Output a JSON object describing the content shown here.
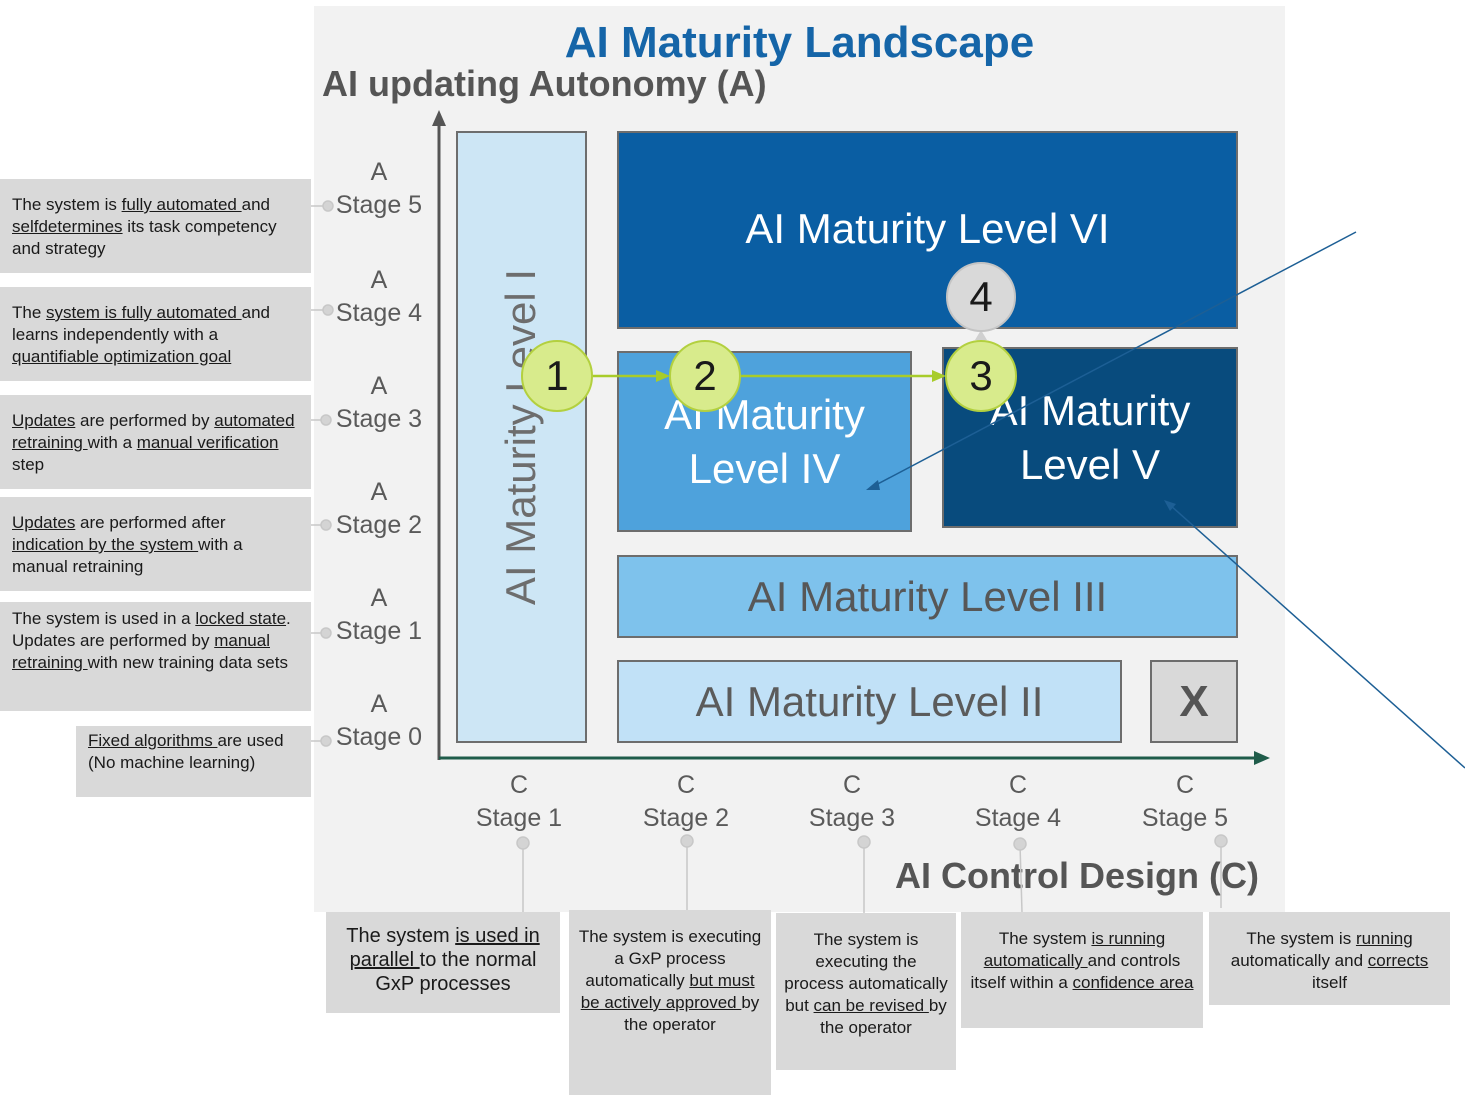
{
  "title": "AI Maturity Landscape",
  "y_axis_title": "AI updating Autonomy (A)",
  "x_axis_title": "AI Control Design (C)",
  "levels": {
    "level_1": "AI Maturity Level I",
    "level_2": "AI Maturity Level II",
    "level_3": "AI Maturity Level III",
    "level_4_line1": "AI Maturity",
    "level_4_line2": "Level IV",
    "level_5_line1": "AI Maturity",
    "level_5_line2": "Level V",
    "level_6": "AI Maturity Level VI",
    "x_box": "X"
  },
  "a_stages": [
    {
      "prefix": "A",
      "label": "Stage 5"
    },
    {
      "prefix": "A",
      "label": "Stage 4"
    },
    {
      "prefix": "A",
      "label": "Stage 3"
    },
    {
      "prefix": "A",
      "label": "Stage 2"
    },
    {
      "prefix": "A",
      "label": "Stage 1"
    },
    {
      "prefix": "A",
      "label": "Stage 0"
    }
  ],
  "c_stages": [
    {
      "prefix": "C",
      "label": "Stage 1"
    },
    {
      "prefix": "C",
      "label": "Stage 2"
    },
    {
      "prefix": "C",
      "label": "Stage 3"
    },
    {
      "prefix": "C",
      "label": "Stage 4"
    },
    {
      "prefix": "C",
      "label": "Stage 5"
    }
  ],
  "a_descriptions": {
    "a5": {
      "t1": "The system is ",
      "u1": "fully automated ",
      "t2": "and ",
      "u2": "selfdetermines",
      "t3": " its task competency and strategy"
    },
    "a4": {
      "t1": "The ",
      "u1": "system is fully automated ",
      "t2": "and learns independently with a ",
      "u2": "quantifiable optimization goal"
    },
    "a3": {
      "u1": "Updates",
      "t1": " are performed by ",
      "u2": "automated retraining ",
      "t2": "with a ",
      "u3": "manual verification ",
      "t3": "step"
    },
    "a2": {
      "u1": "Updates",
      "t1": " are performed after ",
      "u2": "indication by the system ",
      "t2": "with a manual retraining"
    },
    "a1": {
      "t1": "The system is used in a ",
      "u1": "locked state",
      "t2": ". Updates are performed by ",
      "u2": "manual retraining ",
      "t3": "with new training data sets"
    },
    "a0": {
      "u1": "Fixed algorithms ",
      "t1": "are used (No machine learning)"
    }
  },
  "c_descriptions": {
    "c1": {
      "t1": "The system ",
      "u1": "is used in parallel ",
      "t2": "to the normal GxP processes"
    },
    "c2": {
      "t1": "The system is executing a GxP process automatically ",
      "u1": "but must be actively approved ",
      "t2": "by the operator"
    },
    "c3": {
      "t1": "The system is executing the process automatically but ",
      "u1": "can be revised ",
      "t2": "by the operator"
    },
    "c4": {
      "t1": "The system ",
      "u1": "is running automatically ",
      "t2": "and controls itself within a ",
      "u2": "confidence area"
    },
    "c5": {
      "t1": "The system is ",
      "u1": "running",
      "t2": " automatically and ",
      "u2": "corrects",
      "t3": " itself"
    }
  },
  "markers": [
    "1",
    "2",
    "3",
    "4"
  ],
  "colors": {
    "title": "#1565a8",
    "level_1": "#cde6f5",
    "level_2": "#c1e1f7",
    "level_3": "#7ec2ec",
    "level_4": "#4ea2dc",
    "level_5": "#084b7d",
    "level_6": "#0a5ea3",
    "x_axis": "#1f5c4a",
    "y_axis": "#555555",
    "marker": "#d8eb8c",
    "path_arrow": "#a8cc2a",
    "pointer_line": "#1d5f95"
  }
}
